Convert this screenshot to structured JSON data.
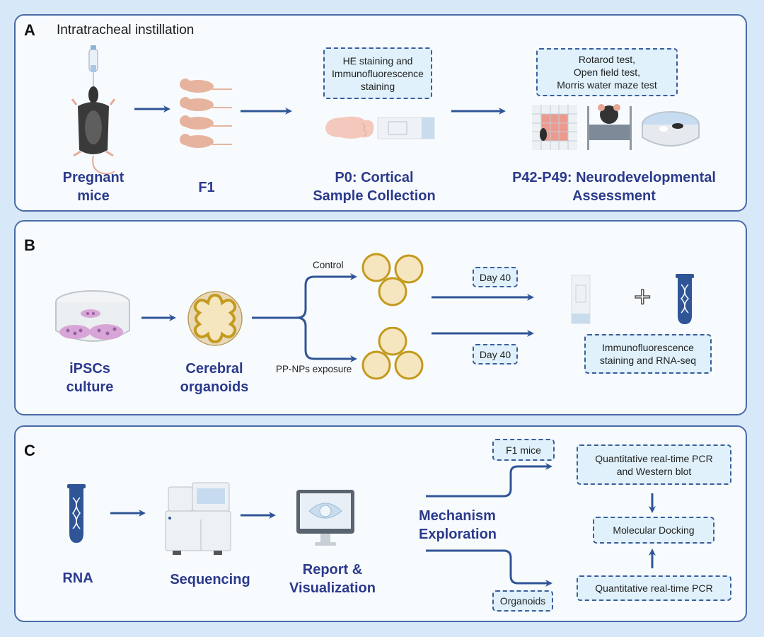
{
  "colors": {
    "background": "#d7e9f8",
    "panel_border": "#4a6aa8",
    "heading_text": "#2b3a8c",
    "arrow": "#2f5597",
    "dashbox_fill": "#e0f1fb"
  },
  "panel_a": {
    "letter": "A",
    "title": "Intratracheal instillation",
    "steps": [
      {
        "label_line1": "Pregnant",
        "label_line2": "mice",
        "icon": "pregnant-mouse-pipette-icon"
      },
      {
        "label_line1": "F1",
        "label_line2": "",
        "icon": "pups-icon"
      },
      {
        "label_line1": "P0: Cortical",
        "label_line2": "Sample Collection",
        "icon": "brain-slide-icon",
        "box": [
          "HE staining and",
          "Immunofluorescence",
          "staining"
        ]
      },
      {
        "label_line1": "P42-P49: Neurodevelopmental",
        "label_line2": "Assessment",
        "icon": "behavior-tests-icon",
        "box": [
          "Rotarod test,",
          "Open field test,",
          "Morris water maze test"
        ]
      }
    ]
  },
  "panel_b": {
    "letter": "B",
    "steps": [
      {
        "label_line1": "iPSCs",
        "label_line2": "culture",
        "icon": "petri-dish-icon"
      },
      {
        "label_line1": "Cerebral",
        "label_line2": "organoids",
        "icon": "organoid-icon"
      }
    ],
    "branches": [
      {
        "label": "Control",
        "duration": "Day 40"
      },
      {
        "label": "PP-NPs exposure",
        "duration": "Day 40"
      }
    ],
    "result_box": [
      "Immunofluorescence",
      "staining and RNA-seq"
    ],
    "plus": "+"
  },
  "panel_c": {
    "letter": "C",
    "steps": [
      {
        "label_line1": "RNA",
        "label_line2": "",
        "icon": "dna-tube-icon"
      },
      {
        "label_line1": "Sequencing",
        "label_line2": "",
        "icon": "sequencer-icon"
      },
      {
        "label_line1": "Report &",
        "label_line2": "Visualization",
        "icon": "monitor-eye-icon"
      }
    ],
    "mechanism_line1": "Mechanism",
    "mechanism_line2": "Exploration",
    "branch_top_tag": "F1 mice",
    "branch_bottom_tag": "Organoids",
    "box_top": [
      "Quantitative real-time PCR",
      "and Western blot"
    ],
    "box_middle": [
      "Molecular Docking"
    ],
    "box_bottom": [
      "Quantitative real-time PCR"
    ]
  }
}
